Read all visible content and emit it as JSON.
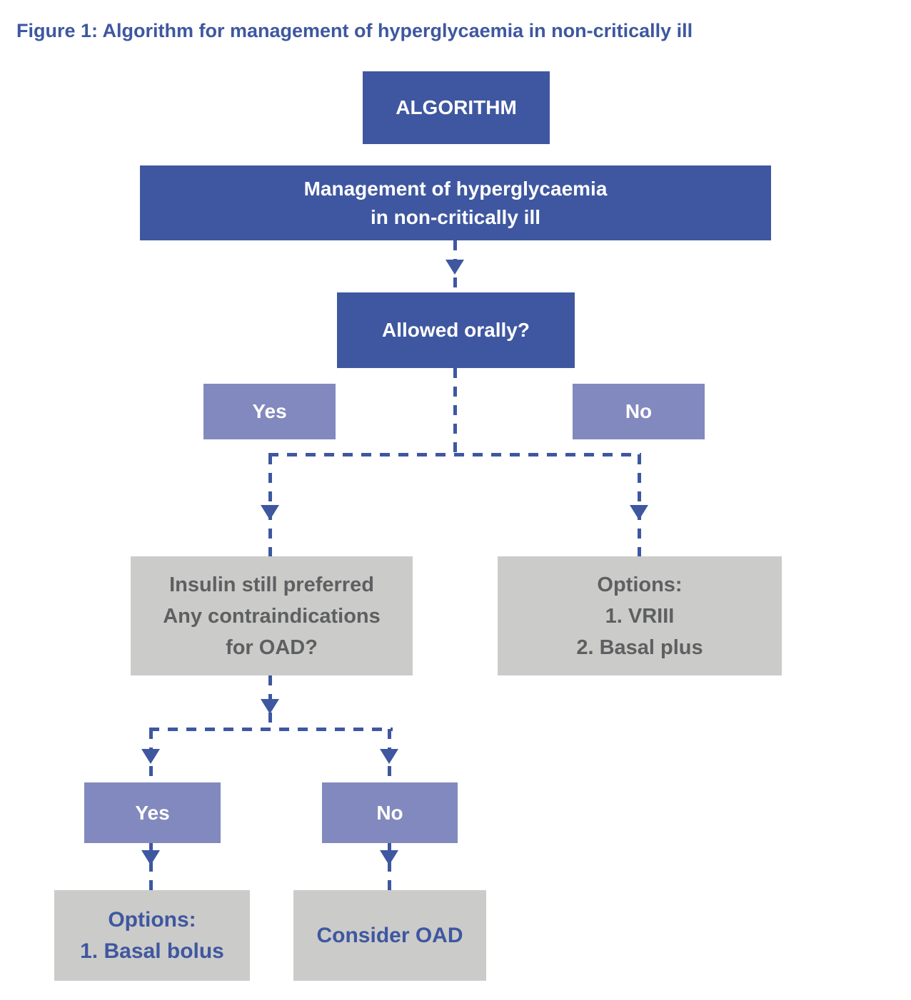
{
  "figure": {
    "title": "Figure 1: Algorithm for management of hyperglycaemia in non-critically ill"
  },
  "colors": {
    "primary": "#3e57a0",
    "secondary": "#8289be",
    "box_gray": "#cbcbc9",
    "gray_text": "#5e5f61"
  },
  "nodes": {
    "algorithm": {
      "label": "ALGORITHM"
    },
    "management": {
      "line1": "Management of hyperglycaemia",
      "line2": "in non-critically ill"
    },
    "allowed_orally": {
      "label": "Allowed orally?"
    },
    "yes1": {
      "label": "Yes"
    },
    "no1": {
      "label": "No"
    },
    "insulin": {
      "line1": "Insulin still preferred",
      "line2": "Any contraindications",
      "line3": "for OAD?"
    },
    "options_npo": {
      "line1": "Options:",
      "line2": "1. VRIII",
      "line3": "2. Basal plus"
    },
    "yes2": {
      "label": "Yes"
    },
    "no2": {
      "label": "No"
    },
    "options_basal": {
      "line1": "Options:",
      "line2": "1. Basal bolus"
    },
    "consider_oad": {
      "label": "Consider OAD"
    }
  },
  "edges": [
    {
      "from": "management",
      "to": "allowed_orally"
    },
    {
      "from": "allowed_orally",
      "label": "Yes",
      "to": "insulin"
    },
    {
      "from": "allowed_orally",
      "label": "No",
      "to": "options_npo"
    },
    {
      "from": "insulin",
      "label": "Yes",
      "to": "options_basal"
    },
    {
      "from": "insulin",
      "label": "No",
      "to": "consider_oad"
    }
  ]
}
